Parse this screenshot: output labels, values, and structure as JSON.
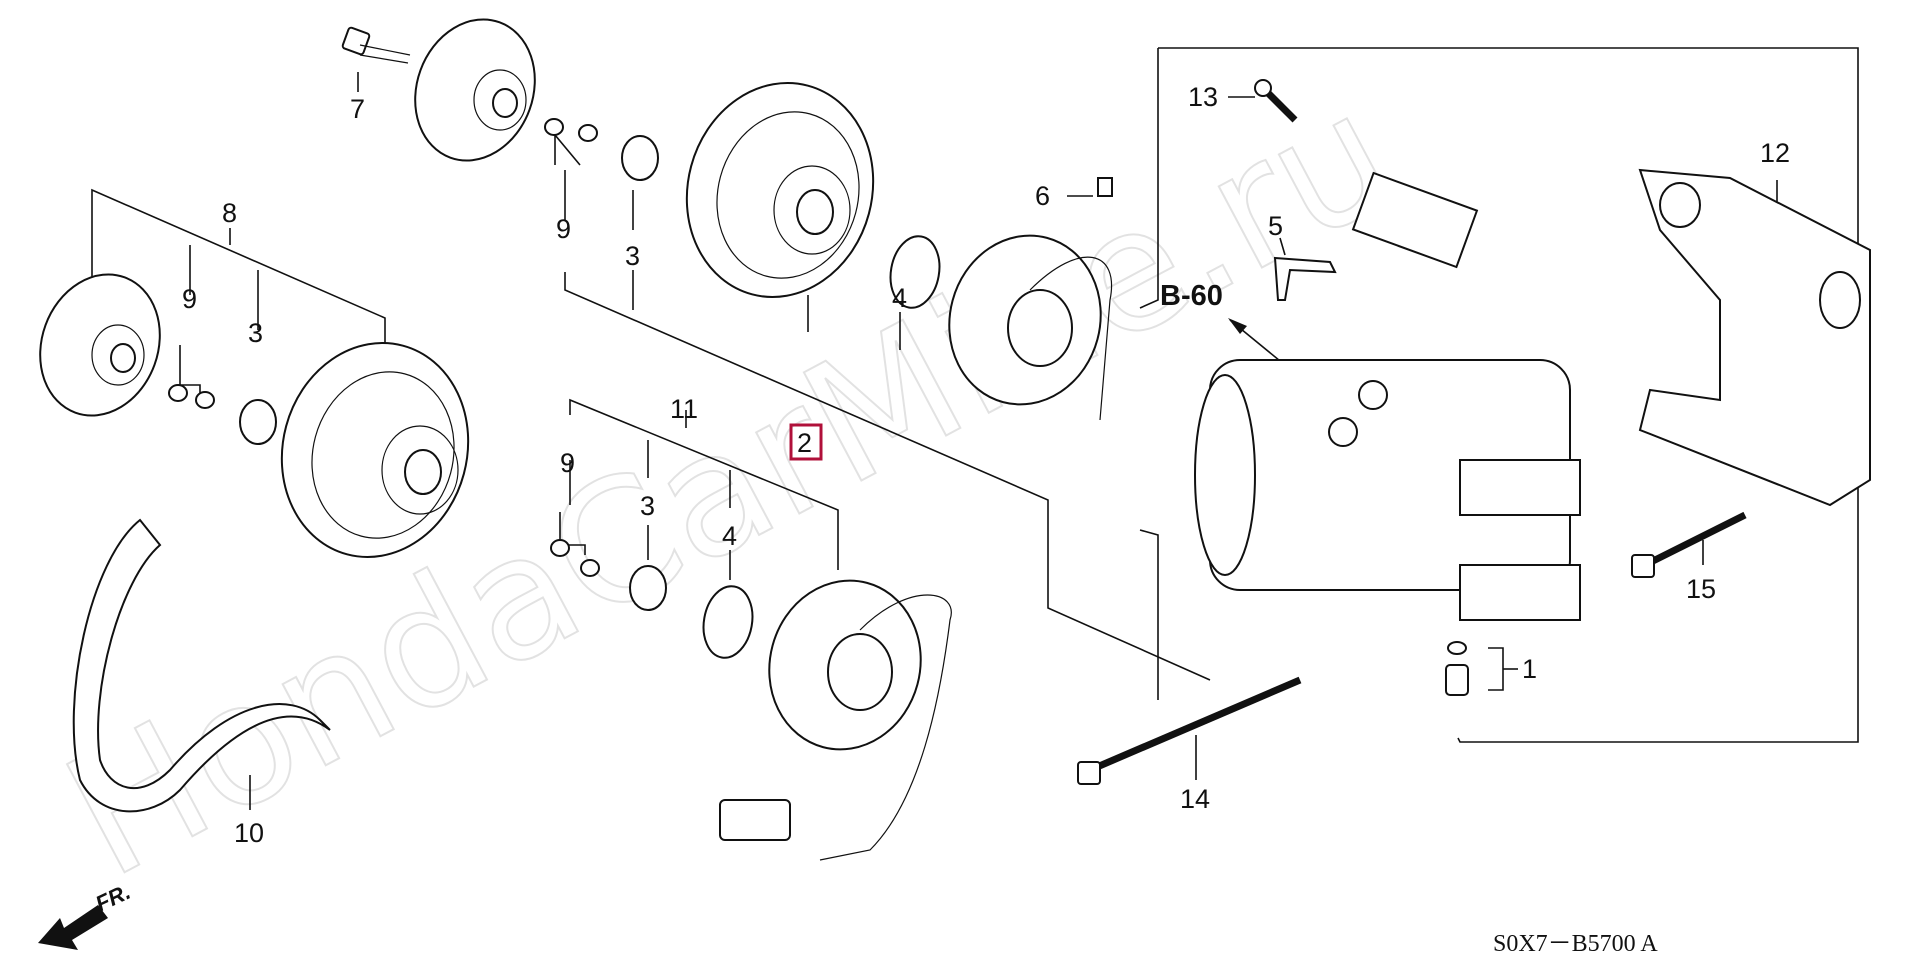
{
  "diagram": {
    "callouts": {
      "c1": "1",
      "c2": "2",
      "c3a": "3",
      "c3b": "3",
      "c3c": "3",
      "c4a": "4",
      "c4b": "4",
      "c5": "5",
      "c6": "6",
      "c7": "7",
      "c8": "8",
      "c9a": "9",
      "c9b": "9",
      "c9c": "9",
      "c10": "10",
      "c11": "11",
      "c12": "12",
      "c13": "13",
      "c14": "14",
      "c15": "15"
    },
    "reference": "B-60",
    "front_indicator": "FR.",
    "figure_code": "S0X7－B5700 A",
    "watermark": "HondaCarMine.ru",
    "highlight_color": "#b0103a"
  }
}
